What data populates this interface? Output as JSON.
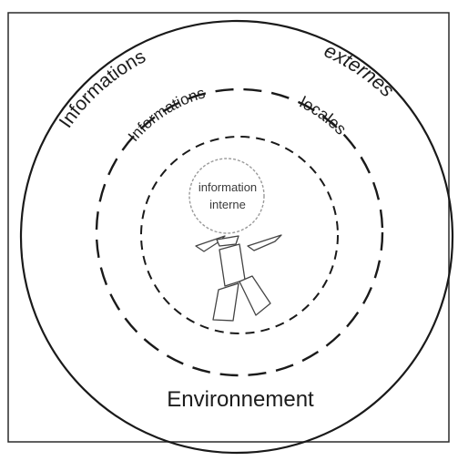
{
  "outer_label": "Environnement",
  "arc_outer_left": "Informations",
  "arc_outer_right": "externes",
  "arc_mid_left": "Informations",
  "arc_mid_right": "locales",
  "center_line1": "information",
  "center_line2": "interne",
  "colors": {
    "stroke": "#1a1a1a",
    "frame": "#2a2a2a",
    "inner_circle": "#9a9a9a",
    "background": "#ffffff"
  }
}
